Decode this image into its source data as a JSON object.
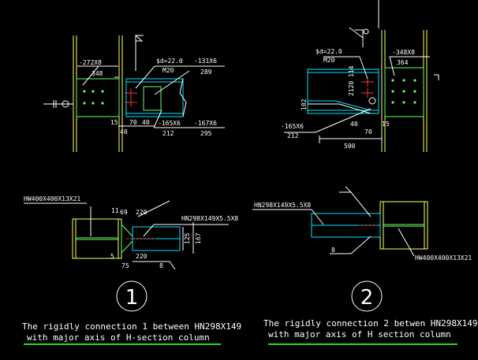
{
  "colors": {
    "background": "#000000",
    "column": "#ffff66",
    "beam": "#00e5ff",
    "plate": "#66ff66",
    "lines": "#ffffff",
    "bolts": "#ff3333",
    "underline": "#22dd22"
  },
  "detail1": {
    "marker": "1",
    "elev": {
      "plate_top": "-272X8",
      "plate_top_w": "348",
      "bolt_spec": "$d=22.0",
      "bolt_grade": "M20",
      "web_plate": "-131X6",
      "web_plate_w": "289",
      "stiff1": "-165X6",
      "stiff1_w": "212",
      "stiff2": "-167X6",
      "stiff2_w": "295",
      "gap": "15",
      "d40a": "40",
      "d70": "70",
      "d40b": "40"
    },
    "plan": {
      "column_label": "HW400X400X13X21",
      "beam_label": "HN298X149X5.5X8",
      "d11": "11",
      "d69": "69",
      "d220a": "220",
      "d5": "5",
      "d75": "75",
      "d220b": "220",
      "d8": "8",
      "d167": "167",
      "d125": "125"
    },
    "caption_line1": "The rigidly connection 1 between  HN298X149",
    "caption_line2": "with major axis of H-section column"
  },
  "detail2": {
    "marker": "2",
    "elev": {
      "bolt_spec": "$d=22.0",
      "bolt_grade": "M20",
      "plate": "-348X8",
      "plate_w": "364",
      "stiff": "-165X6",
      "stiff_w": "212",
      "d102": "102",
      "d40": "40",
      "d70": "70",
      "d15": "15",
      "d500": "500",
      "d2120": "2120 114"
    },
    "plan": {
      "beam_label": "HN298X149X5.5X8",
      "column_label": "HW400X400X13X21",
      "d8": "8"
    },
    "caption_line1": "The rigidly connection 2 betwen HN298X149",
    "caption_line2": "with major axis of H section column"
  }
}
